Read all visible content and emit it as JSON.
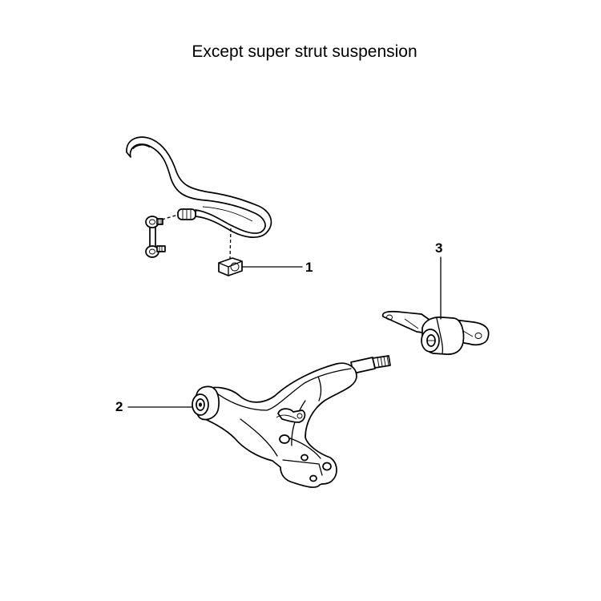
{
  "title": "Except super strut suspension",
  "callouts": [
    {
      "id": "1",
      "part": "stabilizer-bar-bushing"
    },
    {
      "id": "2",
      "part": "lower-control-arm"
    },
    {
      "id": "3",
      "part": "lower-arm-rear-bushing-bracket"
    }
  ],
  "colors": {
    "line": "#000000",
    "background": "#ffffff"
  }
}
